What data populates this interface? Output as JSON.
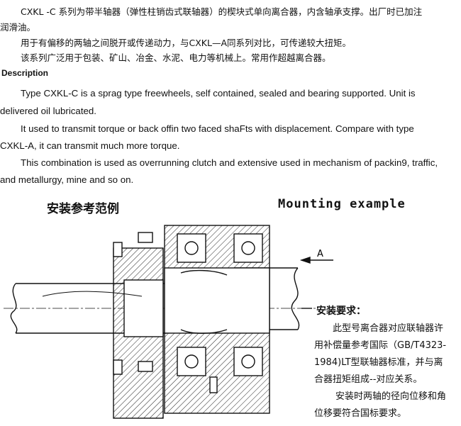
{
  "intro_cn": [
    "CXKL -C 系列为带半轴器（弹性柱销齿式联轴器）的楔块式单向离合器，内含轴承支撑。出厂时已加注",
    "润滑油。",
    "用于有偏移的两轴之间脱开或传递动力，与CXKL—A同系列对比，可传递较大扭矩。",
    "该系列广泛用于包装、矿山、冶金、水泥、电力等机械上。常用作超越离合器。"
  ],
  "description_heading": "Description",
  "description_en": [
    "Type CXKL-C  is  a sprag type freewheels,  self  contained,  sealed  and  bearing supported. Unit is",
    "delivered oil lubricated.",
    "It used  to  transmit  torque or back offin two faced  shaFts  with  displacement. Compare with type",
    "CXKL-A, it can transmit much more torque.",
    "This combination is used as overrunning clutch and extensive used in mechanism of packin9, traffic,",
    "and metallurgy, mine and so on."
  ],
  "mounting_heading_cn": "安装参考范例",
  "mounting_heading_en": "Mounting example",
  "drawing": {
    "view_label": "A"
  },
  "requirements": {
    "heading": "安装要求：",
    "lines": [
      "此型号离合器对应联轴器许",
      "用补偿量参考国际（GB/T4323-",
      "1984)LT型联轴器标准，并与离",
      "合器扭矩组成--对应关系。",
      "安装时两轴的径向位移和角",
      "位移要符合国标要求。"
    ]
  }
}
